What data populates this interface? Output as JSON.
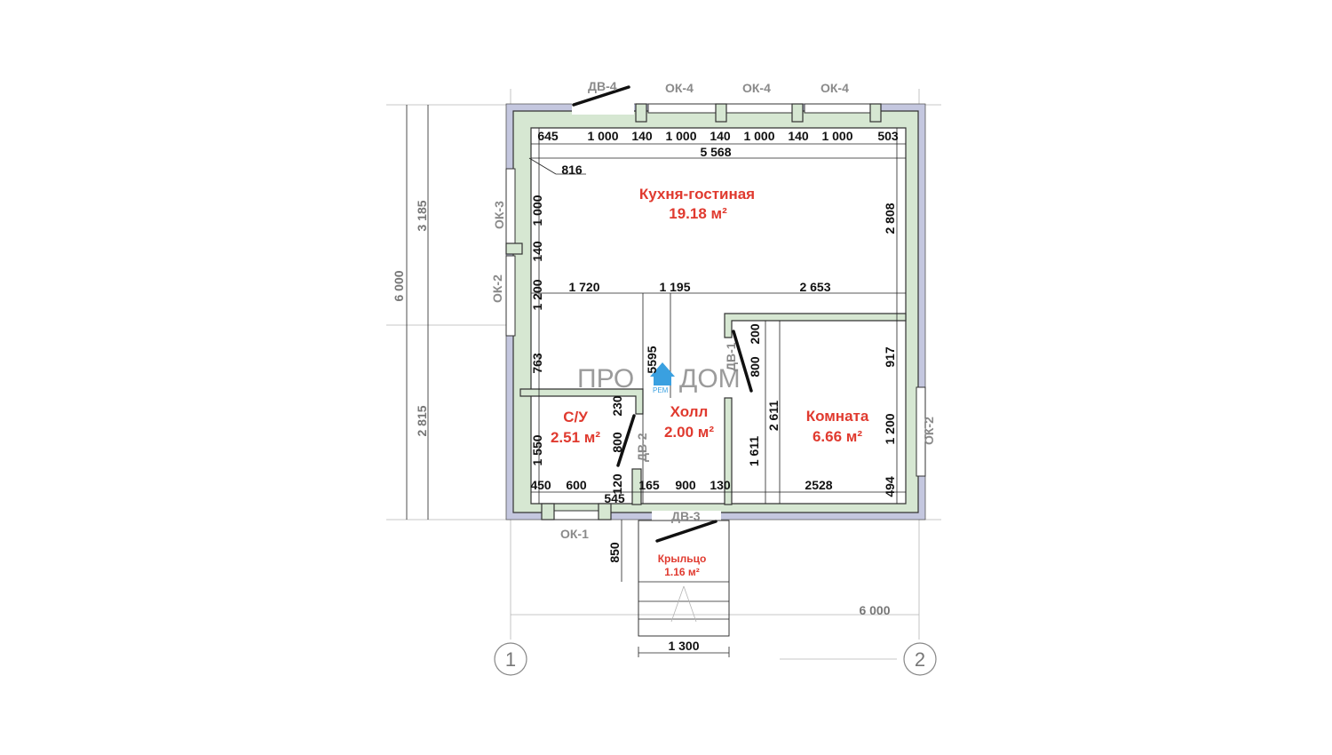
{
  "watermark": {
    "left": "ПРО",
    "right": "ДОМ",
    "small": "РЕМ"
  },
  "rooms": {
    "kitchen": {
      "name": "Кухня-гостиная",
      "area": "19.18 м²"
    },
    "bath": {
      "name": "С/У",
      "area": "2.51 м²"
    },
    "hall": {
      "name": "Холл",
      "area": "2.00 м²"
    },
    "room": {
      "name": "Комната",
      "area": "6.66 м²"
    },
    "porch": {
      "name": "Крыльцо",
      "area": "1.16 м²"
    }
  },
  "openings": {
    "dv4": "ДВ-4",
    "ok4_a": "ОК-4",
    "ok4_b": "ОК-4",
    "ok4_c": "ОК-4",
    "ok3": "ОК-3",
    "ok2_left": "ОК-2",
    "ok2_right": "ОК-2",
    "ok1": "ОК-1",
    "dv1": "ДВ-1",
    "dv2": "ДВ-2",
    "dv3": "ДВ-3"
  },
  "dims": {
    "top": [
      "645",
      "1 000",
      "140",
      "1 000",
      "140",
      "1 000",
      "140",
      "1 000",
      "503"
    ],
    "top_total": "5 568",
    "corner": "816",
    "left_inner": [
      "1 000",
      "140",
      "1 200",
      "763",
      "1 550"
    ],
    "mid_row": [
      "1 720",
      "1 195",
      "2 653"
    ],
    "right_inner": [
      "2 808",
      "917",
      "1 200",
      "494"
    ],
    "hall_v": "5595",
    "door1": [
      "200",
      "800"
    ],
    "door2": [
      "230",
      "800",
      "120"
    ],
    "hall_h": [
      "1 611",
      "2 611"
    ],
    "bottom_row": [
      "450",
      "600",
      "165",
      "900",
      "130",
      "2528"
    ],
    "bottom_small": "545",
    "porch_depth": "850",
    "porch_width": "1 300",
    "left_outer": [
      "3 185",
      "2 815"
    ],
    "left_total": "6 000",
    "bottom_total": "6 000"
  },
  "axes": [
    "1",
    "2"
  ]
}
